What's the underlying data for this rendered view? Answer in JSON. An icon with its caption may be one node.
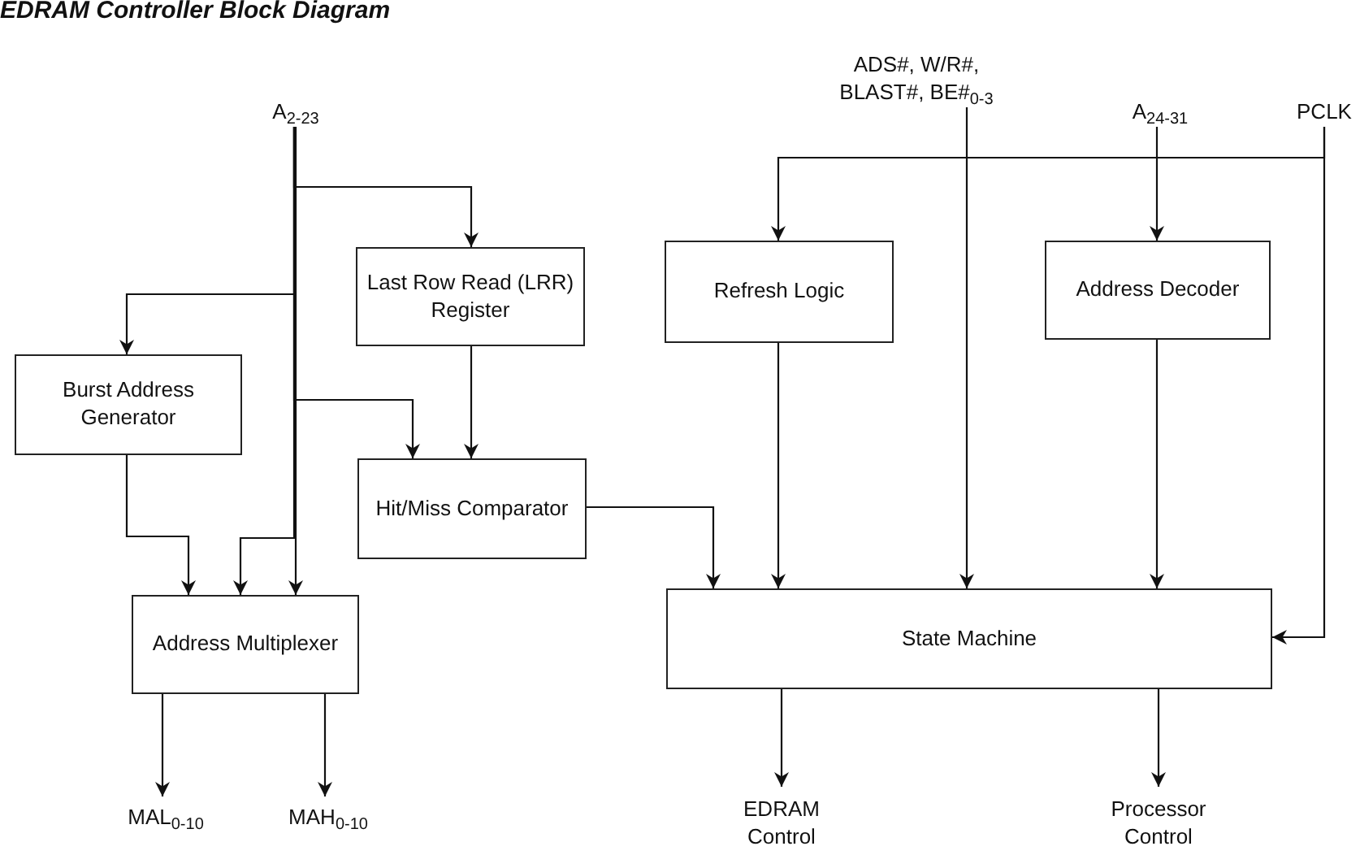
{
  "diagram": {
    "title": "EDRAM Controller Block Diagram",
    "nodes": [
      {
        "text": [
          "A$_{2-23}$"
        ]
      },
      {
        "text": [
          "ADS#, W/R#, BLAST#, BE#$_{0-3}$"
        ]
      },
      {
        "text": [
          "A$_{24-31}$"
        ]
      },
      {
        "text": [
          "PCLK"
        ]
      },
      {
        "text": [
          "Last Row Read (LRR) Register"
        ]
      },
      {
        "text": [
          "Refresh Logic"
        ]
      },
      {
        "text": [
          "Address Decoder"
        ]
      },
      {
        "text": [
          "Burst Address Generator"
        ]
      },
      {
        "text": [
          "Hit/Miss Comparator"
        ]
      },
      {
        "text": [
          "Address Multiplexer"
        ]
      },
      {
        "text": [
          "State Machine"
        ]
      },
      {
        "text": [
          "MAL$_{0-10}$"
        ]
      },
      {
        "text": [
          "MAH$_{0-10}$"
        ]
      },
      {
        "text": [
          "EDRAM Control"
        ]
      },
      {
        "text": [
          "Processor Control"
        ]
      }
    ],
    "edges": [
      {
        "from": 0,
        "to": 4,
        "arrow": "to"
      },
      {
        "from": 0,
        "to": 7,
        "arrow": "to"
      },
      {
        "from": 0,
        "to": 8,
        "arrow": "to"
      },
      {
        "from": 0,
        "to": 9,
        "arrow": "to"
      },
      {
        "from": 0,
        "to": 9,
        "arrow": "to"
      },
      {
        "from": 7,
        "to": 9,
        "arrow": "to"
      },
      {
        "from": 4,
        "to": 8,
        "arrow": "to"
      },
      {
        "from": 8,
        "to": 10,
        "arrow": "to"
      },
      {
        "from": 5,
        "to": 10,
        "arrow": "to"
      },
      {
        "from": 1,
        "to": 10,
        "arrow": "to"
      },
      {
        "from": 2,
        "to": 6,
        "arrow": "to"
      },
      {
        "from": 6,
        "to": 10,
        "arrow": "to"
      },
      {
        "from": 3,
        "to": 5,
        "arrow": "to"
      },
      {
        "from": 3,
        "to": 10,
        "arrow": "to"
      },
      {
        "from": 9,
        "to": 11,
        "arrow": "to"
      },
      {
        "from": 9,
        "to": 12,
        "arrow": "to"
      },
      {
        "from": 10,
        "to": 13,
        "arrow": "to"
      },
      {
        "from": 10,
        "to": 14,
        "arrow": "to"
      }
    ]
  }
}
